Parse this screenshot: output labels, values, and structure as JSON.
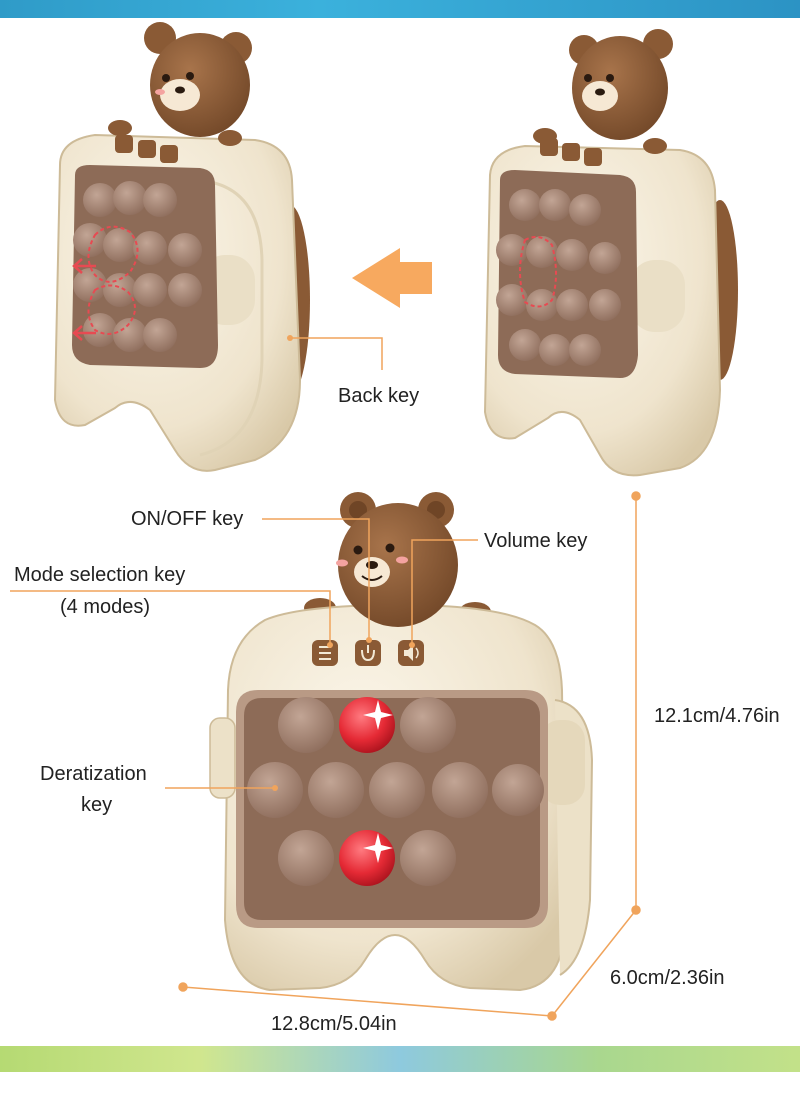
{
  "labels": {
    "back_key": "Back key",
    "on_off_key": "ON/OFF key",
    "volume_key": "Volume key",
    "mode_selection_key": "Mode selection key",
    "mode_count": "(4 modes)",
    "deratization_line1": "Deratization",
    "deratization_line2": "key"
  },
  "dimensions": {
    "height": "12.1cm/4.76in",
    "depth": "6.0cm/2.36in",
    "width": "12.8cm/5.04in"
  },
  "colors": {
    "body": "#f2e9d6",
    "bear": "#8a5a35",
    "pop_bubble": "#a98877",
    "lit_bubble": "#e8283a",
    "leader_line": "#f0a45c",
    "arrow": "#f7a95f",
    "top_bar": "#3bb1dc"
  },
  "icons": [
    "menu-icon",
    "power-icon",
    "volume-icon",
    "arrow-left-icon"
  ]
}
